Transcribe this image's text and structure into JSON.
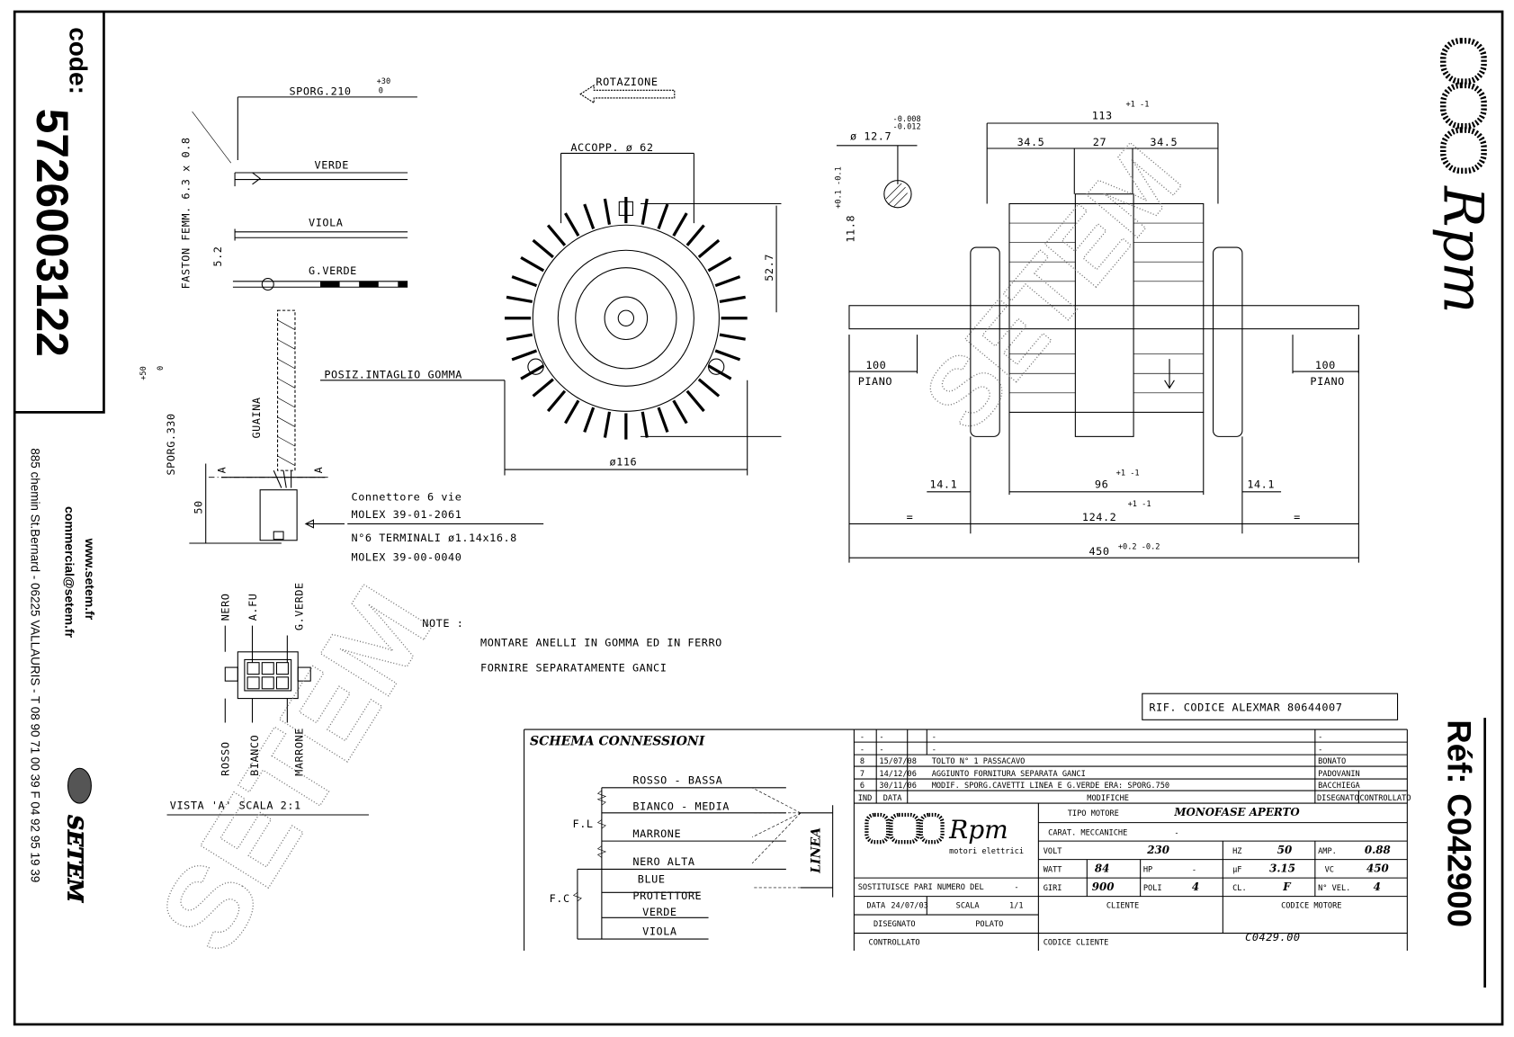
{
  "left_strip": {
    "code_label": "code:",
    "code_value": "5726003122",
    "website": "www.setem.fr",
    "email": "commercial@setem.fr",
    "address": "885 chemin St.Bernard  -  06225 VALLAURIS  -  T 08 90 71 00 39   F 04 92 95 19 39",
    "company_logo": "SETEM"
  },
  "right_strip": {
    "brand_logo": "Rpm",
    "ref_label": "Réf:",
    "ref_value": "C042900"
  },
  "wiring_view": {
    "sporg_top": "SPORG.210",
    "sporg_top_tol_plus": "+30",
    "sporg_top_tol_minus": "0",
    "faston": "FASTON FEMM. 6.3 x 0.8",
    "wire1": "VERDE",
    "wire2": "VIOLA",
    "wire3": "G.VERDE",
    "dim_52": "5.2",
    "sheath": "GUAINA",
    "sporg_side": "SPORG.330",
    "sporg_side_tol_plus": "+50",
    "sporg_side_tol_minus": "0",
    "dim_50": "50",
    "section_a": "A",
    "connector_1": "Connettore 6 vie",
    "connector_2": "MOLEX 39-01-2061",
    "connector_3": "N°6 TERMINALI ø1.14x16.8",
    "connector_4": "MOLEX 39-00-0040",
    "pin_top": [
      "NERO",
      "A.FU",
      "G.VERDE"
    ],
    "pin_bottom": [
      "ROSSO",
      "BIANCO",
      "MARRONE"
    ],
    "view_a": "VISTA 'A' SCALA 2:1"
  },
  "front_view": {
    "rotation": "ROTAZIONE",
    "coupling": "ACCOPP. ø 62",
    "dim_527": "52.7",
    "notch": "POSIZ.INTAGLIO GOMMA",
    "diameter": "ø116"
  },
  "side_view": {
    "shaft_dia": "ø 12.7",
    "shaft_tol_plus": "-0.008",
    "shaft_tol_minus": "-0.012",
    "flat": "11.8",
    "flat_tol": "+0.1 -0.1",
    "dim_113": "113",
    "tol_1": "+1 -1",
    "dim_345_left": "34.5",
    "dim_27": "27",
    "dim_345_right": "34.5",
    "flat_left_value": "100",
    "flat_left_label": "PIANO",
    "flat_right_value": "100",
    "flat_right_label": "PIANO",
    "dim_141_left": "14.1",
    "dim_96": "96",
    "dim_141_right": "14.1",
    "eq_left": "=",
    "dim_1242": "124.2",
    "eq_right": "=",
    "dim_450": "450",
    "tol_450": "+0.2 -0.2"
  },
  "notes": {
    "title": "NOTE :",
    "line1": "MONTARE ANELLI IN GOMMA ED IN FERRO",
    "line2": "FORNIRE SEPARATAMENTE GANCI"
  },
  "reference": "RIF. CODICE ALEXMAR 80644007",
  "schema": {
    "title": "SCHEMA CONNESSIONI",
    "wires": [
      "ROSSO - BASSA",
      "BIANCO - MEDIA",
      "MARRONE",
      "NERO   ALTA",
      "BLUE",
      "PROTETTORE",
      "VERDE",
      "VIOLA"
    ],
    "fl": "F.L",
    "fc": "F.C",
    "line": "LINEA"
  },
  "revisions": {
    "rows": [
      {
        "ind": "-",
        "date": "-",
        "desc": "-",
        "by": "-"
      },
      {
        "ind": "-",
        "date": "-",
        "desc": "-",
        "by": "-"
      },
      {
        "ind": "8",
        "date": "15/07/08",
        "desc": "TOLTO N° 1 PASSACAVO",
        "by": "BONATO"
      },
      {
        "ind": "7",
        "date": "14/12/06",
        "desc": "AGGIUNTO FORNITURA SEPARATA GANCI",
        "by": "PADOVANIN"
      },
      {
        "ind": "6",
        "date": "30/11/06",
        "desc": "MODIF. SPORG.CAVETTI LINEA E G.VERDE ERA: SPORG.750",
        "by": "BACCHIEGA"
      }
    ],
    "header": {
      "ind": "IND",
      "date": "DATA",
      "desc": "MODIFICHE",
      "drawn": "DISEGNATO",
      "checked": "CONTROLLATO"
    }
  },
  "title_block": {
    "logo_text": "Rpm",
    "logo_sub": "motori elettrici",
    "replaces_label": "SOSTITUISCE PARI NUMERO DEL",
    "replaces_value": "-",
    "date_label": "DATA",
    "date_value": "24/07/03",
    "scale_label": "SCALA",
    "scale_value": "1/1",
    "drawn_label": "DISEGNATO",
    "drawn_value": "POLATO",
    "checked_label": "CONTROLLATO",
    "motor_type_label": "TIPO MOTORE",
    "motor_type_value": "MONOFASE APERTO",
    "mech_label": "CARAT. MECCANICHE",
    "mech_value": "-",
    "volt_label": "VOLT",
    "volt_value": "230",
    "hz_label": "HZ",
    "hz_value": "50",
    "amp_label": "AMP.",
    "amp_value": "0.88",
    "watt_label": "WATT",
    "watt_value": "84",
    "hp_label": "HP",
    "hp_value": "-",
    "uf_label": "µF",
    "uf_value": "3.15",
    "vc_label": "VC",
    "vc_value": "450",
    "rpm_label": "GIRI",
    "rpm_value": "900",
    "poles_label": "POLI",
    "poles_value": "4",
    "class_label": "CL.",
    "class_value": "F",
    "speeds_label": "N° VEL.",
    "speeds_value": "4",
    "client_label": "CLIENTE",
    "motor_code_label": "CODICE MOTORE",
    "motor_code_value": "C0429.00",
    "client_code_label": "CODICE CLIENTE"
  },
  "watermark": "SETEM"
}
